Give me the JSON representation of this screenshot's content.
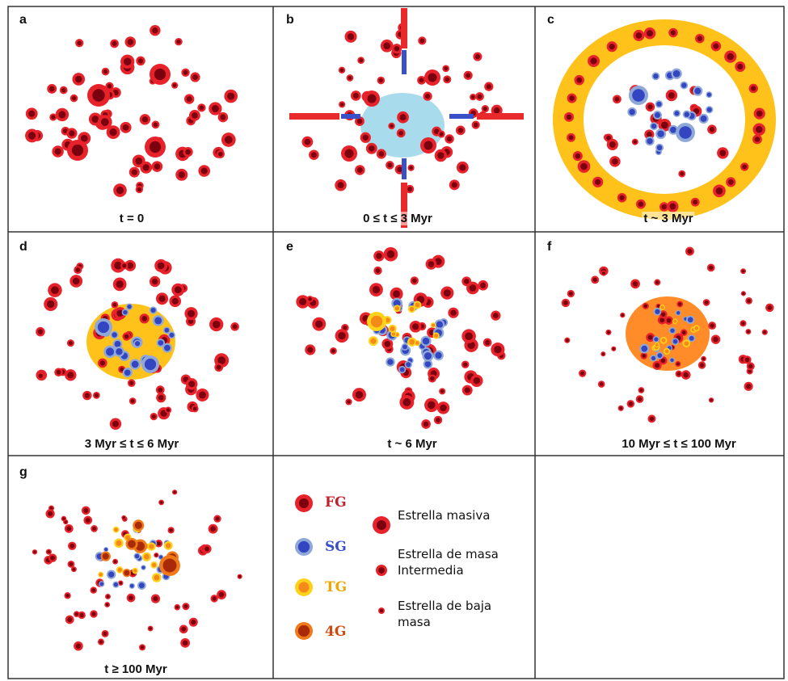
{
  "panels": [
    {
      "label": "a",
      "caption": "t = 0"
    },
    {
      "label": "b",
      "caption": "0 ≤ t ≤ 3 Myr"
    },
    {
      "label": "c",
      "caption": "t ~ 3 Myr"
    },
    {
      "label": "d",
      "caption": "3 Myr ≤ t ≤ 6 Myr"
    },
    {
      "label": "e",
      "caption": "t ~ 6 Myr"
    },
    {
      "label": "f",
      "caption": "10 Myr ≤ t ≤ 100 Myr"
    },
    {
      "label": "g",
      "caption": "t ≥ 100 Myr"
    }
  ],
  "legend": {
    "generations": [
      {
        "label": "FG",
        "color": "#c0202a"
      },
      {
        "label": "SG",
        "color": "#3a4fc8"
      },
      {
        "label": "TG",
        "color": "#f0a800"
      },
      {
        "label": "4G",
        "color": "#d04a10"
      }
    ],
    "sizes": [
      {
        "label": "Estrella masiva"
      },
      {
        "label": "Estrella de masa Intermedia"
      },
      {
        "label": "Estrella de baja masa"
      }
    ]
  },
  "colors": {
    "fg_outer": "#e8222a",
    "fg_inner": "#7a0010",
    "sg_outer": "#8fa8d8",
    "sg_inner": "#3345c0",
    "tg_outer": "#ffd21a",
    "tg_inner": "#f58a1a",
    "g4_outer": "#f07a18",
    "g4_inner": "#a82a08",
    "gas_blue": "#a8dcec",
    "gas_yellow": "#ffc21a",
    "gas_orange": "#ff8c28",
    "arrow_red": "#e82a2a",
    "arrow_blue": "#3a50c8"
  }
}
